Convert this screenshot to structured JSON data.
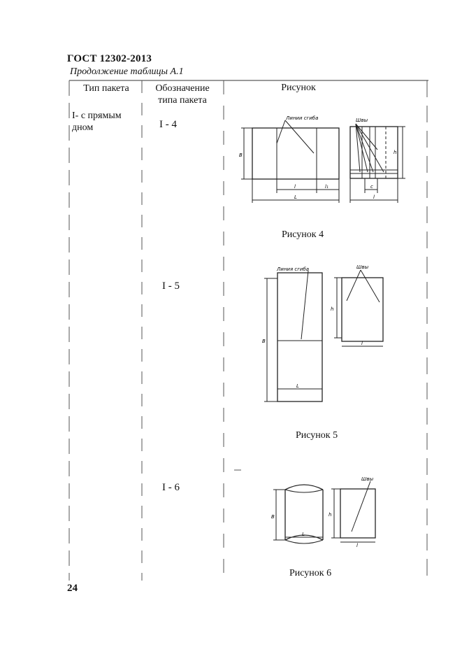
{
  "document": {
    "standard_title": "ГОСТ 12302-2013",
    "continuation_caption": "Продолжение таблицы А.1",
    "page_number": "24"
  },
  "table": {
    "headers": {
      "type": "Тип пакета",
      "designation_line1": "Обозначение",
      "designation_line2": "типа пакета",
      "figure": "Рисунок"
    },
    "package_type_line1": "I- с прямым",
    "package_type_line2": "дном",
    "rows": [
      {
        "designation": "I - 4",
        "caption": "Рисунок 4"
      },
      {
        "designation": "I - 5",
        "caption": "Рисунок 5"
      },
      {
        "designation": "I - 6",
        "caption": "Рисунок 6"
      }
    ]
  },
  "figures": {
    "fig4": {
      "fold_lines": "Линии сгиба",
      "seams": "Швы",
      "dim_b": "B",
      "dim_h": "h",
      "dim_l": "l",
      "dim_l1": "l₁",
      "dim_L": "L",
      "dim_c": "c",
      "dim_l_side": "l"
    },
    "fig5": {
      "fold_line": "Линия сгиба",
      "seams": "Швы",
      "dim_b": "B",
      "dim_h": "h",
      "dim_L": "L",
      "dim_l": "l"
    },
    "fig6": {
      "seams": "Швы",
      "dim_b": "B",
      "dim_h": "h",
      "dim_L": "L",
      "dim_l": "l"
    }
  }
}
